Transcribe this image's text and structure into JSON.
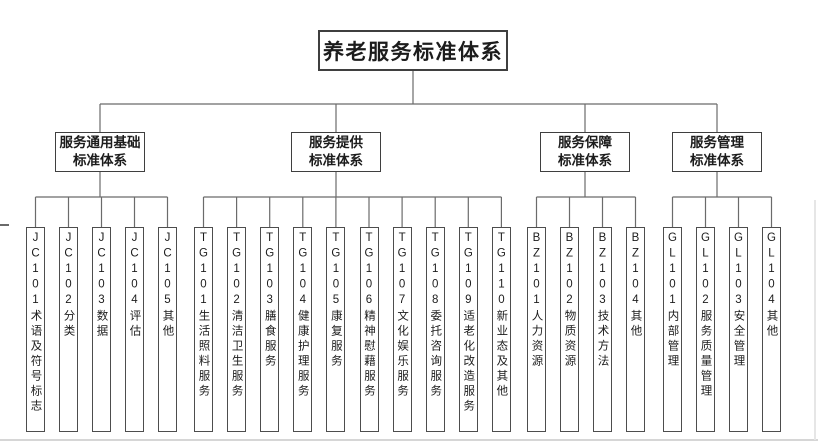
{
  "colors": {
    "background": "#ffffff",
    "text": "#1c1c1c",
    "border": "#3f3f3f",
    "leaf-border": "#4d4d4d",
    "line": "#6b6b6b"
  },
  "diagram": {
    "title": "养老服务标准体系",
    "branches": [
      {
        "label": "服务通用基础标准体系",
        "label_lines": [
          "服务通用基础",
          "标准体系"
        ],
        "children": [
          {
            "code": "JC101",
            "name": "术语及符号标志"
          },
          {
            "code": "JC102",
            "name": "分类"
          },
          {
            "code": "JC103",
            "name": "数据"
          },
          {
            "code": "JC104",
            "name": "评估"
          },
          {
            "code": "JC105",
            "name": "其他"
          }
        ]
      },
      {
        "label": "服务提供标准体系",
        "label_lines": [
          "服务提供",
          "标准体系"
        ],
        "children": [
          {
            "code": "TG101",
            "name": "生活照料服务"
          },
          {
            "code": "TG102",
            "name": "清洁卫生服务"
          },
          {
            "code": "TG103",
            "name": "膳食服务"
          },
          {
            "code": "TG104",
            "name": "健康护理服务"
          },
          {
            "code": "TG105",
            "name": "康复服务"
          },
          {
            "code": "TG106",
            "name": "精神慰藉服务"
          },
          {
            "code": "TG107",
            "name": "文化娱乐服务"
          },
          {
            "code": "TG108",
            "name": "委托咨询服务"
          },
          {
            "code": "TG109",
            "name": "适老化改造服务"
          },
          {
            "code": "TG110",
            "name": "新业态及其他"
          }
        ]
      },
      {
        "label": "服务保障标准体系",
        "label_lines": [
          "服务保障",
          "标准体系"
        ],
        "children": [
          {
            "code": "BZ101",
            "name": "人力资源"
          },
          {
            "code": "BZ102",
            "name": "物质资源"
          },
          {
            "code": "BZ103",
            "name": "技术方法"
          },
          {
            "code": "BZ104",
            "name": "其他"
          }
        ]
      },
      {
        "label": "服务管理标准体系",
        "label_lines": [
          "服务管理",
          "标准体系"
        ],
        "children": [
          {
            "code": "GL101",
            "name": "内部管理"
          },
          {
            "code": "GL102",
            "name": "服务质量管理"
          },
          {
            "code": "GL103",
            "name": "安全管理"
          },
          {
            "code": "GL104",
            "name": "其他"
          }
        ]
      }
    ]
  }
}
